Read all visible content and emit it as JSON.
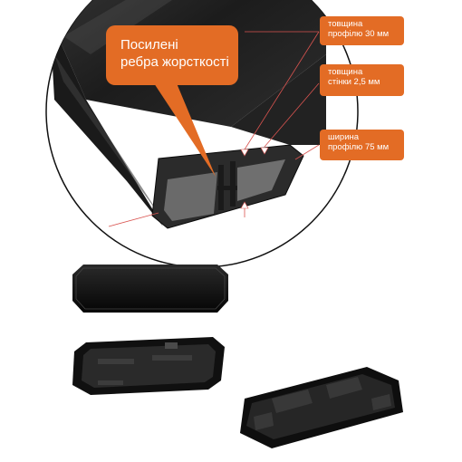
{
  "callouts": {
    "ribs": {
      "line1": "Посилені",
      "line2": "ребра жорсткості"
    },
    "thickness": {
      "line1": "товщина",
      "line2": "профілю 30 мм"
    },
    "wall": {
      "line1": "товщина",
      "line2": "стінки 2,5 мм"
    },
    "width": {
      "line1": "ширина",
      "line2": "профілю 75 мм"
    }
  },
  "colors": {
    "callout_bg": "#e36c25",
    "callout_text": "#ffffff",
    "profile": "#2a2a2a",
    "cap": "#111111",
    "line_red": "#d9534f"
  }
}
